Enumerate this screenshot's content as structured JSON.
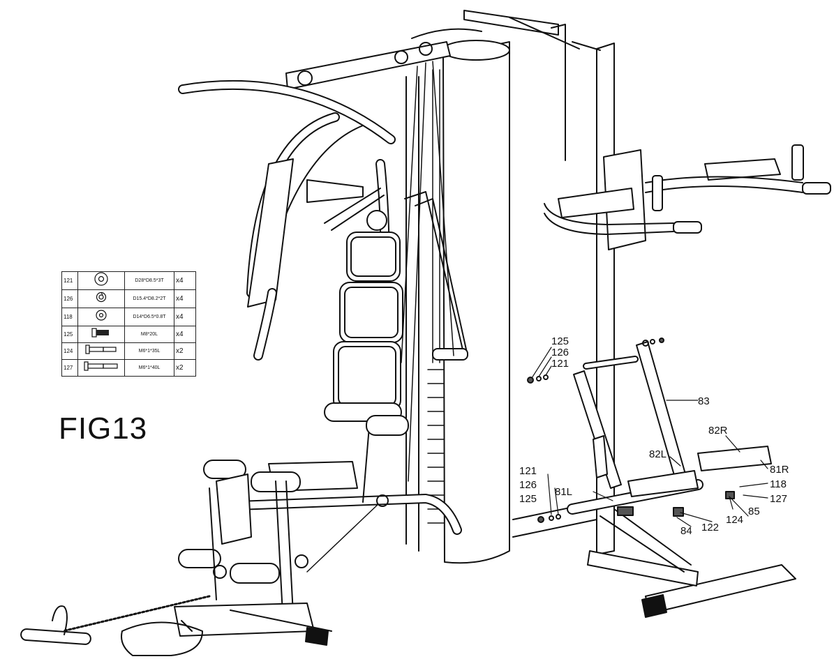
{
  "figure": {
    "title": "FIG13"
  },
  "hardware": [
    {
      "part": "121",
      "spec": "D28*D8.5*3T",
      "qty": "x4",
      "icon": "large-washer-icon"
    },
    {
      "part": "126",
      "spec": "D15.4*D8.2*2T",
      "qty": "x4",
      "icon": "spring-washer-icon"
    },
    {
      "part": "118",
      "spec": "D14*D6.5*0.8T",
      "qty": "x4",
      "icon": "small-washer-icon"
    },
    {
      "part": "125",
      "spec": "M8*20L",
      "qty": "x4",
      "icon": "hex-bolt-icon"
    },
    {
      "part": "124",
      "spec": "M6*1*35L",
      "qty": "x2",
      "icon": "long-bolt-icon"
    },
    {
      "part": "127",
      "spec": "M6*1*40L",
      "qty": "x2",
      "icon": "long-bolt-icon"
    }
  ],
  "callouts": {
    "c125a": "125",
    "c126a": "126",
    "c121a": "121",
    "c83": "83",
    "c82R": "82R",
    "c82L": "82L",
    "c81R": "81R",
    "c121b": "121",
    "c118": "118",
    "c126b": "126",
    "c81L": "81L",
    "c127": "127",
    "c125b": "125",
    "c85": "85",
    "c124": "124",
    "c122": "122",
    "c84": "84"
  },
  "colors": {
    "line": "#111111",
    "background": "#ffffff"
  }
}
